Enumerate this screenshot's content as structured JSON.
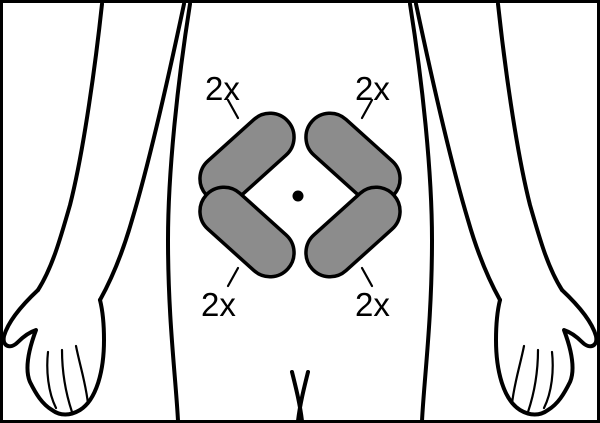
{
  "colors": {
    "pad_fill": "#8c8c8c",
    "outline": "#000000",
    "background": "#ffffff"
  },
  "pad_labels": {
    "upper_left": "2x",
    "upper_right": "2x",
    "lower_left": "2x",
    "lower_right": "2x"
  },
  "icons": [
    "navel-dot-icon"
  ]
}
